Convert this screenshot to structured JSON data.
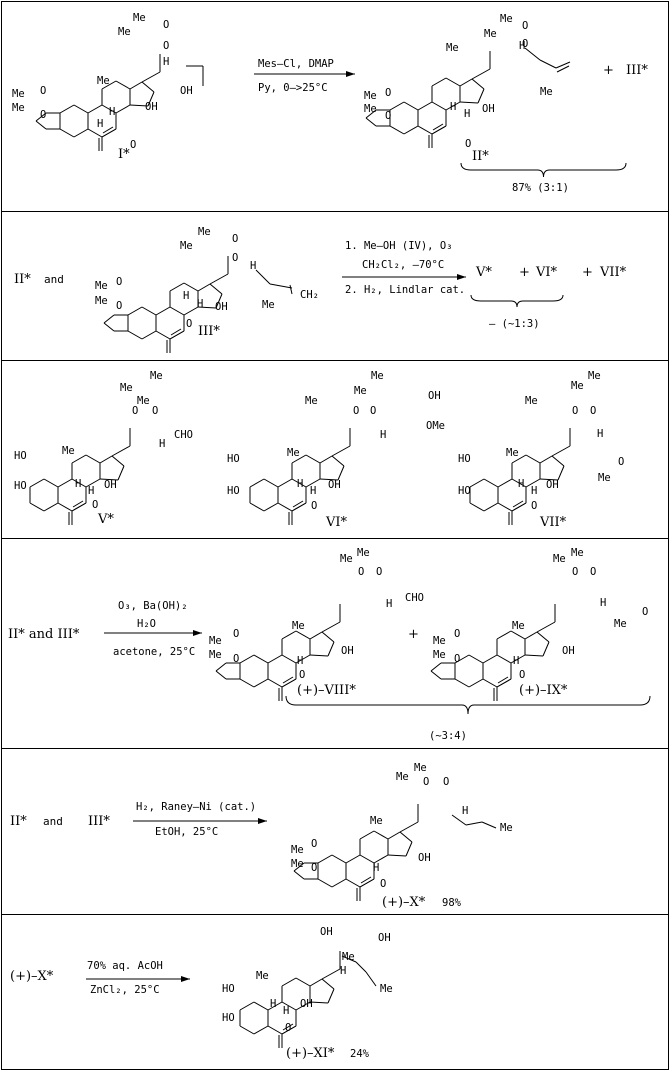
{
  "molecule_atom_labels": {
    "I": [
      "Me",
      "Me",
      "O",
      "O",
      "Me",
      "Me",
      "Me",
      "OH",
      "H",
      "Me",
      "Me",
      "O",
      "O",
      "H",
      "H",
      "OH",
      "O"
    ],
    "II": [
      "Me",
      "Me",
      "O",
      "O",
      "Me",
      "Me",
      "H",
      "Me",
      "Me",
      "O",
      "O",
      "H",
      "H",
      "OH",
      "Me",
      "O"
    ],
    "III": [
      "Me",
      "Me",
      "O",
      "O",
      "Me",
      "Me",
      "H",
      "Me",
      "Me",
      "O",
      "O",
      "H",
      "H",
      "OH",
      "Me",
      "CH2",
      "O"
    ],
    "V": [
      "Me",
      "Me",
      "O",
      "O",
      "Me",
      "Me",
      "HO",
      "HO",
      "H",
      "H",
      "OH",
      "CHO",
      "H",
      "O"
    ],
    "VI": [
      "Me",
      "Me",
      "O",
      "O",
      "Me",
      "Me",
      "HO",
      "HO",
      "H",
      "H",
      "OH",
      "OH",
      "OMe",
      "H",
      "O"
    ],
    "VII": [
      "Me",
      "Me",
      "O",
      "O",
      "Me",
      "Me",
      "HO",
      "HO",
      "H",
      "H",
      "OH",
      "O",
      "Me",
      "H",
      "O"
    ],
    "VIII": [
      "Me",
      "Me",
      "O",
      "O",
      "Me",
      "Me",
      "Me",
      "Me",
      "O",
      "O",
      "H",
      "H",
      "OH",
      "CHO",
      "H",
      "O"
    ],
    "IX": [
      "Me",
      "Me",
      "O",
      "O",
      "Me",
      "Me",
      "Me",
      "Me",
      "O",
      "O",
      "H",
      "H",
      "OH",
      "O",
      "Me",
      "H",
      "O"
    ],
    "X": [
      "Me",
      "Me",
      "O",
      "O",
      "Me",
      "Me",
      "Me",
      "Me",
      "O",
      "O",
      "H",
      "H",
      "OH",
      "Me",
      "H",
      "O"
    ],
    "XI": [
      "OH",
      "OH",
      "HO",
      "HO",
      "Me",
      "Me",
      "H",
      "H",
      "OH",
      "H",
      "O",
      "Me"
    ]
  },
  "scheme": {
    "row1": {
      "reactant": "I*",
      "reagent_above": "Mes–Cl, DMAP",
      "reagent_below": "Py,  0–>25°C",
      "product_main": "II*",
      "plus": "+",
      "product_side": "III*",
      "yield": "87% (3:1)"
    },
    "row2": {
      "reactant_a": "II*",
      "and": "and",
      "reactant_b": "III*",
      "cond1": "1. Me–OH   (IV), O₃",
      "cond1b": "CH₂Cl₂,  –70°C",
      "cond2": "2. H₂, Lindlar cat.",
      "p1": "V*",
      "plus1": "+",
      "p2": "VI*",
      "plus2": "+",
      "p3": "VII*",
      "ratio": "– (~1:3)"
    },
    "row3": {
      "c1": "V*",
      "c2": "VI*",
      "c3": "VII*"
    },
    "row4": {
      "reactants": "II* and   III*",
      "reagent_above": "O₃, Ba(OH)₂",
      "reagent_above2": "H₂O",
      "reagent_below": "acetone, 25°C",
      "p1": "(+)–VIII*",
      "plus": "+",
      "p2": "(+)–IX*",
      "ratio": "(~3:4)"
    },
    "row5": {
      "reactant_a": "II*",
      "and": "and",
      "reactant_b": "III*",
      "reagent_above": "H₂, Raney–Ni (cat.)",
      "reagent_below": "EtOH, 25°C",
      "product": "(+)–X*",
      "yield": "98%"
    },
    "row6": {
      "reactant": "(+)–X*",
      "reagent_above": "70% aq. AcOH",
      "reagent_below": "ZnCl₂, 25°C",
      "product": "(+)–XI*",
      "yield": "24%"
    }
  },
  "colors": {
    "ink": "#000000",
    "background": "#ffffff"
  }
}
